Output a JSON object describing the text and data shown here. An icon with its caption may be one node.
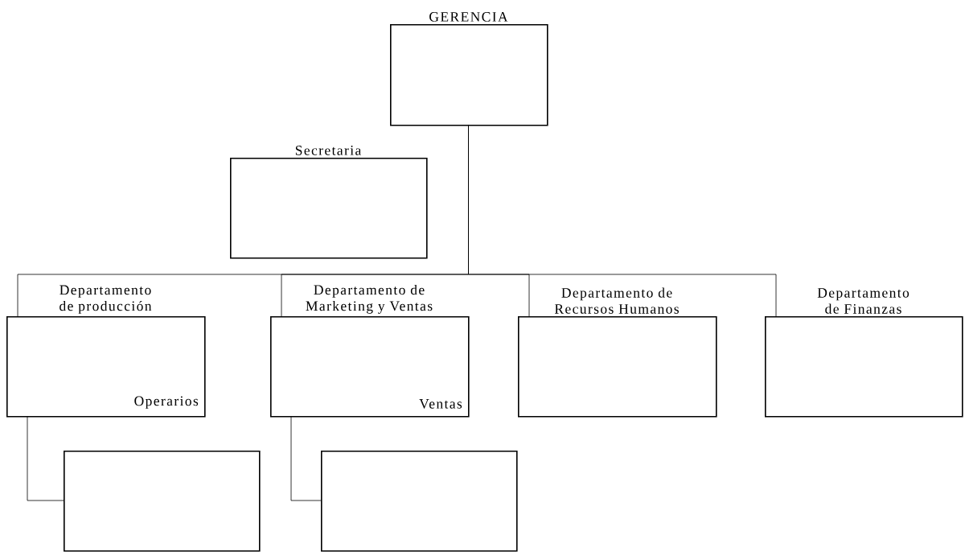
{
  "diagram": {
    "nodes": [
      {
        "text": [
          "GERENCIA"
        ]
      },
      {
        "text": [
          "Secretaria"
        ]
      },
      {
        "text": [
          "Departamento de producción",
          "Operarios"
        ]
      },
      {
        "text": [
          "Departamento de Marketing y Ventas",
          "Ventas"
        ]
      },
      {
        "text": [
          "Departamento de Recursos Humanos"
        ]
      },
      {
        "text": [
          "Departamento de Finanzas"
        ]
      },
      {
        "text": [],
        "shape": "box"
      },
      {
        "text": [],
        "shape": "box"
      }
    ],
    "edges": [
      {
        "from": 0,
        "to": 2,
        "arrow": "none"
      },
      {
        "from": 0,
        "to": 3,
        "arrow": "none"
      },
      {
        "from": 0,
        "to": 4,
        "arrow": "none"
      },
      {
        "from": 0,
        "to": 5,
        "arrow": "none"
      },
      {
        "from": 2,
        "to": 6,
        "arrow": "none"
      },
      {
        "from": 3,
        "to": 7,
        "arrow": "none"
      }
    ]
  }
}
